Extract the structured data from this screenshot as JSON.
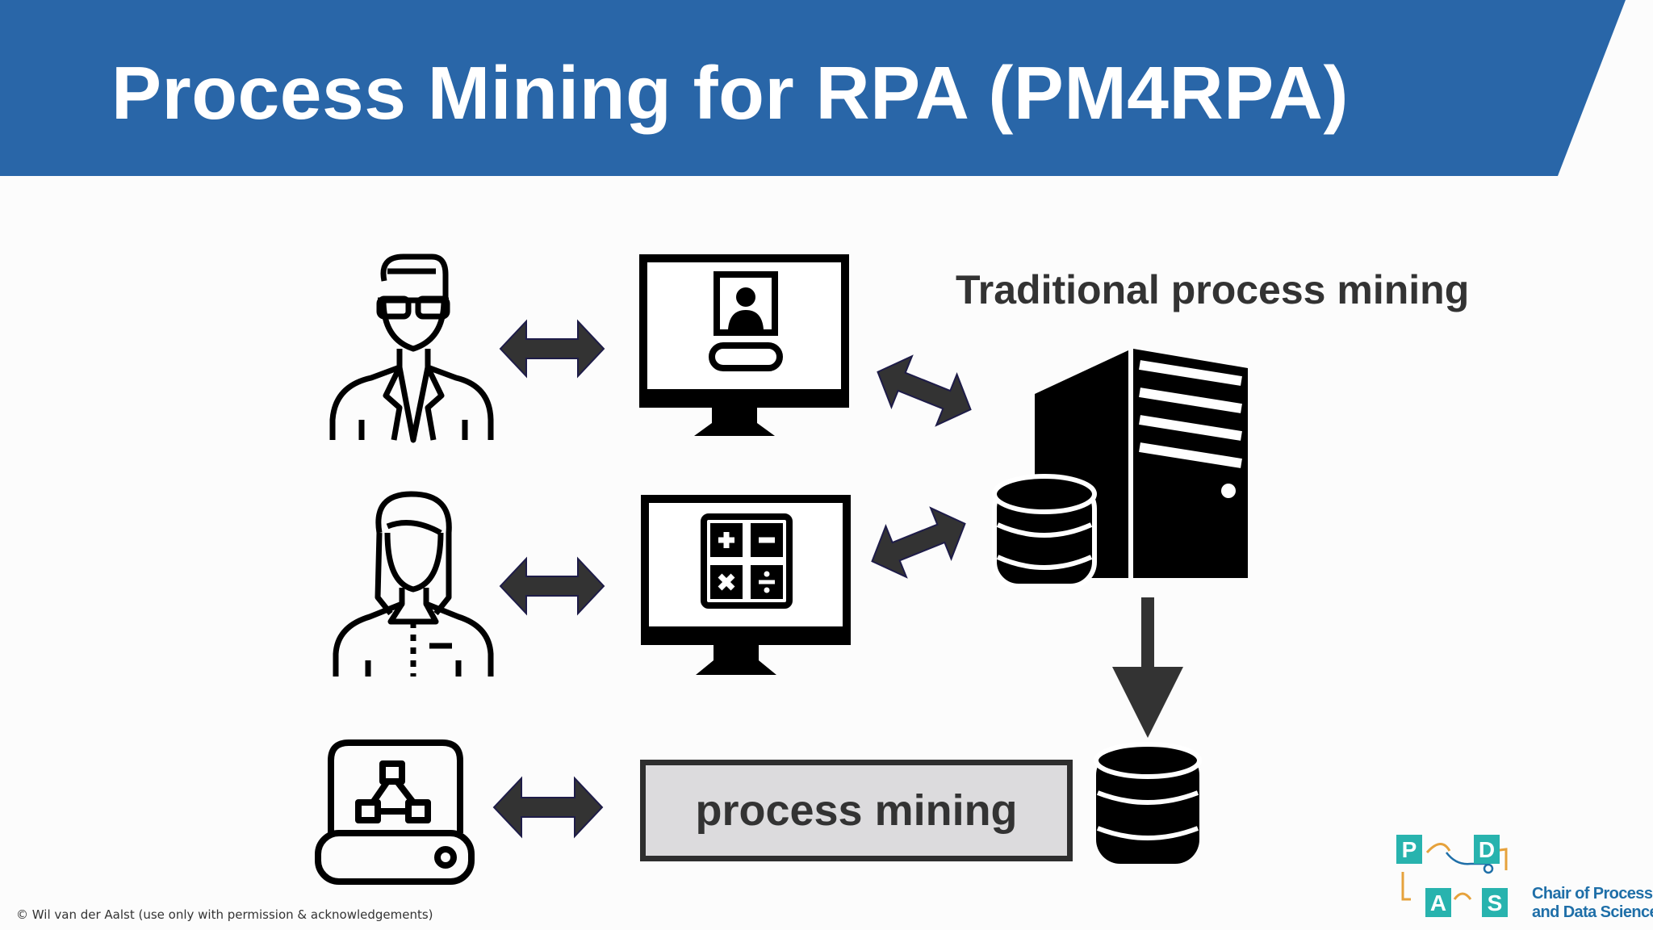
{
  "slide": {
    "title": "Process Mining for RPA (PM4RPA)",
    "colors": {
      "banner": "#2966a8",
      "arrow": "#333333",
      "icon": "#000000",
      "box_fill": "#dcdbdd"
    }
  },
  "diagram": {
    "traditional_label": "Traditional process mining",
    "process_mining_label": "process mining",
    "icons": [
      "man-user-icon",
      "woman-user-icon",
      "bot-drive-icon",
      "monitor-profile-icon",
      "monitor-calculator-icon",
      "server-icon",
      "database-icon"
    ]
  },
  "footer": {
    "copyright": "© Wil van der Aalst (use only with permission & acknowledgements)"
  },
  "logo": {
    "letters": [
      "P",
      "D",
      "A",
      "S"
    ],
    "line1": "Chair of Process",
    "line2": "and Data Science"
  }
}
